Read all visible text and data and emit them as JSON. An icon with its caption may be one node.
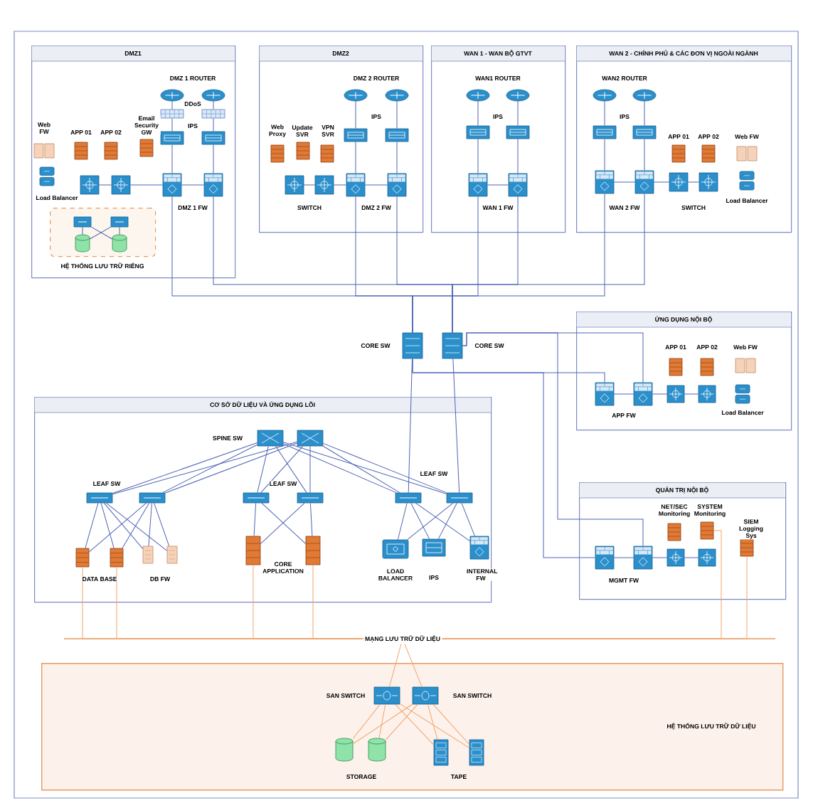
{
  "diagram": {
    "nodes": [
      {
        "text": [
          "DMZ1"
        ]
      },
      {
        "text": [
          "HỆ THỐNG LƯU TRỮ RIÊNG"
        ],
        "in": 0
      },
      {
        "text": [
          "DMZ2"
        ]
      },
      {
        "text": [
          "WAN 1 - WAN BỘ GTVT"
        ]
      },
      {
        "text": [
          "WAN 2 - CHÍNH PHỦ & CÁC ĐƠN VỊ NGOÀI NGÀNH"
        ]
      },
      {
        "text": [
          "ỨNG DỤNG NỘI BỘ"
        ]
      },
      {
        "text": [
          "CƠ SỞ DỮ LIỆU VÀ ỨNG DỤNG LÕI"
        ]
      },
      {
        "text": [
          "QUẢN TRỊ NỘI BỘ"
        ]
      },
      {
        "text": [
          "HỆ THỐNG LƯU TRỮ DỮ LIỆU"
        ]
      },
      {
        "text": [
          "MẠNG LƯU TRỮ DỮ LIỆU"
        ]
      },
      {
        "text": [],
        "shape": "router",
        "in": 0
      },
      {
        "text": [],
        "shape": "router",
        "in": 0
      },
      {
        "text": [],
        "shape": "box",
        "in": 0
      },
      {
        "text": [],
        "shape": "box",
        "in": 0
      },
      {
        "text": [],
        "shape": "box",
        "in": 0
      },
      {
        "text": [],
        "shape": "box",
        "in": 0
      },
      {
        "text": [],
        "shape": "firewall",
        "in": 0
      },
      {
        "text": [],
        "shape": "firewall",
        "in": 0
      },
      {
        "text": [],
        "shape": "switch",
        "in": 0
      },
      {
        "text": [],
        "shape": "switch",
        "in": 0
      },
      {
        "text": [],
        "shape": "switch",
        "in": 1
      },
      {
        "text": [],
        "shape": "switch",
        "in": 1
      },
      {
        "text": [],
        "shape": "cylinder",
        "in": 1
      },
      {
        "text": [],
        "shape": "cylinder",
        "in": 1
      },
      {
        "text": [],
        "shape": "router",
        "in": 2
      },
      {
        "text": [],
        "shape": "router",
        "in": 2
      },
      {
        "text": [],
        "shape": "box",
        "in": 2
      },
      {
        "text": [],
        "shape": "box",
        "in": 2
      },
      {
        "text": [],
        "shape": "firewall",
        "in": 2
      },
      {
        "text": [],
        "shape": "firewall",
        "in": 2
      },
      {
        "text": [],
        "shape": "switch",
        "in": 2
      },
      {
        "text": [],
        "shape": "switch",
        "in": 2
      },
      {
        "text": [],
        "shape": "router",
        "in": 3
      },
      {
        "text": [],
        "shape": "router",
        "in": 3
      },
      {
        "text": [],
        "shape": "box",
        "in": 3
      },
      {
        "text": [],
        "shape": "box",
        "in": 3
      },
      {
        "text": [],
        "shape": "firewall",
        "in": 3
      },
      {
        "text": [],
        "shape": "firewall",
        "in": 3
      },
      {
        "text": [],
        "shape": "router",
        "in": 4
      },
      {
        "text": [],
        "shape": "router",
        "in": 4
      },
      {
        "text": [],
        "shape": "box",
        "in": 4
      },
      {
        "text": [],
        "shape": "box",
        "in": 4
      },
      {
        "text": [],
        "shape": "firewall",
        "in": 4
      },
      {
        "text": [],
        "shape": "firewall",
        "in": 4
      },
      {
        "text": [],
        "shape": "switch",
        "in": 4
      },
      {
        "text": [],
        "shape": "switch",
        "in": 4
      },
      {
        "text": [],
        "shape": "switch"
      },
      {
        "text": [],
        "shape": "switch"
      },
      {
        "text": [],
        "shape": "firewall",
        "in": 5
      },
      {
        "text": [],
        "shape": "firewall",
        "in": 5
      },
      {
        "text": [],
        "shape": "switch",
        "in": 5
      },
      {
        "text": [],
        "shape": "switch",
        "in": 5
      },
      {
        "text": [],
        "shape": "switch",
        "in": 6
      },
      {
        "text": [],
        "shape": "switch",
        "in": 6
      },
      {
        "text": [],
        "shape": "switch",
        "in": 6
      },
      {
        "text": [],
        "shape": "switch",
        "in": 6
      },
      {
        "text": [],
        "shape": "switch",
        "in": 6
      },
      {
        "text": [],
        "shape": "switch",
        "in": 6
      },
      {
        "text": [],
        "shape": "switch",
        "in": 6
      },
      {
        "text": [],
        "shape": "switch",
        "in": 6
      },
      {
        "text": [],
        "shape": "server",
        "in": 6
      },
      {
        "text": [],
        "shape": "server",
        "in": 6
      },
      {
        "text": [],
        "shape": "document",
        "in": 6
      },
      {
        "text": [],
        "shape": "document",
        "in": 6
      },
      {
        "text": [],
        "shape": "server",
        "in": 6
      },
      {
        "text": [],
        "shape": "server",
        "in": 6
      },
      {
        "text": [],
        "shape": "box",
        "in": 6
      },
      {
        "text": [],
        "shape": "box",
        "in": 6
      },
      {
        "text": [],
        "shape": "firewall",
        "in": 6
      },
      {
        "text": [],
        "shape": "firewall",
        "in": 7
      },
      {
        "text": [],
        "shape": "firewall",
        "in": 7
      },
      {
        "text": [],
        "shape": "switch",
        "in": 7
      },
      {
        "text": [],
        "shape": "switch",
        "in": 7
      },
      {
        "text": [],
        "shape": "server",
        "in": 7
      },
      {
        "text": [],
        "shape": "server",
        "in": 7
      },
      {
        "text": [],
        "shape": "switch",
        "in": 8
      },
      {
        "text": [],
        "shape": "switch",
        "in": 8
      },
      {
        "text": [],
        "shape": "cylinder",
        "in": 8
      },
      {
        "text": [],
        "shape": "cylinder",
        "in": 8
      },
      {
        "text": [],
        "shape": "cabinet",
        "in": 8
      },
      {
        "text": [],
        "shape": "cabinet",
        "in": 8
      }
    ],
    "edges": [
      {
        "from": 10,
        "to": 12,
        "arrow": "none"
      },
      {
        "from": 12,
        "to": 14,
        "arrow": "none"
      },
      {
        "from": 14,
        "to": 16,
        "arrow": "none"
      },
      {
        "from": 11,
        "to": 13,
        "arrow": "none"
      },
      {
        "from": 13,
        "to": 15,
        "arrow": "none"
      },
      {
        "from": 15,
        "to": 17,
        "arrow": "none"
      },
      {
        "from": 16,
        "to": 17,
        "arrow": "none"
      },
      {
        "from": 18,
        "to": 19,
        "arrow": "none"
      },
      {
        "from": 19,
        "to": 16,
        "arrow": "none"
      },
      {
        "from": 20,
        "to": 22,
        "arrow": "none"
      },
      {
        "from": 20,
        "to": 23,
        "arrow": "none"
      },
      {
        "from": 21,
        "to": 22,
        "arrow": "none"
      },
      {
        "from": 21,
        "to": 23,
        "arrow": "none"
      },
      {
        "from": 24,
        "to": 26,
        "arrow": "none"
      },
      {
        "from": 26,
        "to": 28,
        "arrow": "none"
      },
      {
        "from": 25,
        "to": 27,
        "arrow": "none"
      },
      {
        "from": 27,
        "to": 29,
        "arrow": "none"
      },
      {
        "from": 28,
        "to": 29,
        "arrow": "none"
      },
      {
        "from": 30,
        "to": 31,
        "arrow": "none"
      },
      {
        "from": 31,
        "to": 28,
        "arrow": "none"
      },
      {
        "from": 32,
        "to": 34,
        "arrow": "none"
      },
      {
        "from": 34,
        "to": 36,
        "arrow": "none"
      },
      {
        "from": 33,
        "to": 35,
        "arrow": "none"
      },
      {
        "from": 35,
        "to": 37,
        "arrow": "none"
      },
      {
        "from": 36,
        "to": 37,
        "arrow": "none"
      },
      {
        "from": 38,
        "to": 40,
        "arrow": "none"
      },
      {
        "from": 40,
        "to": 42,
        "arrow": "none"
      },
      {
        "from": 39,
        "to": 41,
        "arrow": "none"
      },
      {
        "from": 41,
        "to": 43,
        "arrow": "none"
      },
      {
        "from": 42,
        "to": 43,
        "arrow": "none"
      },
      {
        "from": 43,
        "to": 44,
        "arrow": "none"
      },
      {
        "from": 44,
        "to": 45,
        "arrow": "none"
      },
      {
        "from": 16,
        "to": 46,
        "arrow": "none"
      },
      {
        "from": 17,
        "to": 47,
        "arrow": "none"
      },
      {
        "from": 28,
        "to": 46,
        "arrow": "none"
      },
      {
        "from": 29,
        "to": 47,
        "arrow": "none"
      },
      {
        "from": 36,
        "to": 46,
        "arrow": "none"
      },
      {
        "from": 37,
        "to": 47,
        "arrow": "none"
      },
      {
        "from": 42,
        "to": 46,
        "arrow": "none"
      },
      {
        "from": 43,
        "to": 47,
        "arrow": "none"
      },
      {
        "from": 46,
        "to": 48,
        "arrow": "none"
      },
      {
        "from": 47,
        "to": 49,
        "arrow": "none"
      },
      {
        "from": 48,
        "to": 49,
        "arrow": "none"
      },
      {
        "from": 49,
        "to": 50,
        "arrow": "none"
      },
      {
        "from": 50,
        "to": 51,
        "arrow": "none"
      },
      {
        "from": 46,
        "to": 69,
        "arrow": "none"
      },
      {
        "from": 47,
        "to": 70,
        "arrow": "none"
      },
      {
        "from": 69,
        "to": 70,
        "arrow": "none"
      },
      {
        "from": 70,
        "to": 71,
        "arrow": "none"
      },
      {
        "from": 71,
        "to": 72,
        "arrow": "none"
      },
      {
        "from": 46,
        "to": 58,
        "arrow": "none"
      },
      {
        "from": 47,
        "to": 59,
        "arrow": "none"
      },
      {
        "from": 52,
        "to": 54,
        "arrow": "none"
      },
      {
        "from": 52,
        "to": 55,
        "arrow": "none"
      },
      {
        "from": 52,
        "to": 56,
        "arrow": "none"
      },
      {
        "from": 52,
        "to": 57,
        "arrow": "none"
      },
      {
        "from": 52,
        "to": 58,
        "arrow": "none"
      },
      {
        "from": 52,
        "to": 59,
        "arrow": "none"
      },
      {
        "from": 53,
        "to": 54,
        "arrow": "none"
      },
      {
        "from": 53,
        "to": 55,
        "arrow": "none"
      },
      {
        "from": 53,
        "to": 56,
        "arrow": "none"
      },
      {
        "from": 53,
        "to": 57,
        "arrow": "none"
      },
      {
        "from": 53,
        "to": 58,
        "arrow": "none"
      },
      {
        "from": 53,
        "to": 59,
        "arrow": "none"
      },
      {
        "from": 54,
        "to": 60,
        "arrow": "none"
      },
      {
        "from": 54,
        "to": 61,
        "arrow": "none"
      },
      {
        "from": 54,
        "to": 62,
        "arrow": "none"
      },
      {
        "from": 54,
        "to": 63,
        "arrow": "none"
      },
      {
        "from": 55,
        "to": 60,
        "arrow": "none"
      },
      {
        "from": 55,
        "to": 61,
        "arrow": "none"
      },
      {
        "from": 55,
        "to": 62,
        "arrow": "none"
      },
      {
        "from": 55,
        "to": 63,
        "arrow": "none"
      },
      {
        "from": 56,
        "to": 64,
        "arrow": "none"
      },
      {
        "from": 56,
        "to": 65,
        "arrow": "none"
      },
      {
        "from": 57,
        "to": 64,
        "arrow": "none"
      },
      {
        "from": 57,
        "to": 65,
        "arrow": "none"
      },
      {
        "from": 58,
        "to": 66,
        "arrow": "none"
      },
      {
        "from": 58,
        "to": 67,
        "arrow": "none"
      },
      {
        "from": 58,
        "to": 68,
        "arrow": "none"
      },
      {
        "from": 59,
        "to": 66,
        "arrow": "none"
      },
      {
        "from": 59,
        "to": 67,
        "arrow": "none"
      },
      {
        "from": 59,
        "to": 68,
        "arrow": "none"
      },
      {
        "from": 60,
        "to": 9,
        "arrow": "none",
        "color": "#f2a46a"
      },
      {
        "from": 61,
        "to": 9,
        "arrow": "none",
        "color": "#f2a46a"
      },
      {
        "from": 64,
        "to": 9,
        "arrow": "none",
        "color": "#f2a46a"
      },
      {
        "from": 65,
        "to": 9,
        "arrow": "none",
        "color": "#f2a46a"
      },
      {
        "from": 73,
        "to": 9,
        "arrow": "none",
        "color": "#f2a46a"
      },
      {
        "from": 74,
        "to": 9,
        "arrow": "none",
        "color": "#f2a46a"
      },
      {
        "from": 9,
        "to": 75,
        "arrow": "none",
        "color": "#f2a46a"
      },
      {
        "from": 9,
        "to": 76,
        "arrow": "none",
        "color": "#f2a46a"
      },
      {
        "from": 75,
        "to": 77,
        "arrow": "none",
        "color": "#f2a46a"
      },
      {
        "from": 75,
        "to": 78,
        "arrow": "none",
        "color": "#f2a46a"
      },
      {
        "from": 75,
        "to": 79,
        "arrow": "none",
        "color": "#f2a46a"
      },
      {
        "from": 75,
        "to": 80,
        "arrow": "none",
        "color": "#f2a46a"
      },
      {
        "from": 76,
        "to": 77,
        "arrow": "none",
        "color": "#f2a46a"
      },
      {
        "from": 76,
        "to": 78,
        "arrow": "none",
        "color": "#f2a46a"
      },
      {
        "from": 76,
        "to": 79,
        "arrow": "none",
        "color": "#f2a46a"
      },
      {
        "from": 76,
        "to": 80,
        "arrow": "none",
        "color": "#f2a46a"
      }
    ],
    "labels": [
      "DMZ 1 ROUTER",
      "DDoS",
      "Web FW",
      "APP 01",
      "APP 02",
      "Email Security GW",
      "IPS",
      "Load Balancer",
      "DMZ 1 FW",
      "DMZ 2 ROUTER",
      "IPS",
      "Web Proxy",
      "Update SVR",
      "VPN SVR",
      "SWITCH",
      "DMZ 2 FW",
      "WAN1 ROUTER",
      "IPS",
      "WAN 1 FW",
      "WAN2 ROUTER",
      "IPS",
      "APP 01",
      "APP 02",
      "Web FW",
      "WAN 2 FW",
      "SWITCH",
      "Load Balancer",
      "CORE SW",
      "CORE SW",
      "APP 01",
      "APP 02",
      "Web FW",
      "APP FW",
      "Load Balancer",
      "SPINE SW",
      "LEAF SW",
      "LEAF SW",
      "LEAF SW",
      "DATA BASE",
      "DB FW",
      "CORE APPLICATION",
      "LOAD BALANCER",
      "IPS",
      "INTERNAL FW",
      "NET/SEC Monitoring",
      "SYSTEM Monitoring",
      "SIEM Logging Sys",
      "MGMT FW",
      "SAN SWITCH",
      "SAN SWITCH",
      "STORAGE",
      "TAPE"
    ]
  }
}
